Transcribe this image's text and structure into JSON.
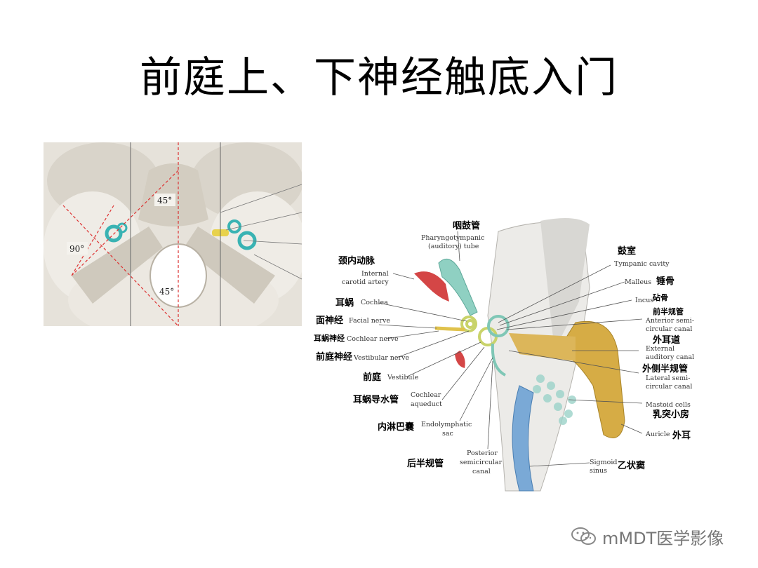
{
  "slide": {
    "title": "前庭上、下神经触底入门"
  },
  "skull_figure": {
    "angle_top": "45°",
    "angle_left": "90°",
    "angle_bottom": "45°"
  },
  "ear_figure": {
    "labels": {
      "pharyngotympanic_zh": "咽鼓管",
      "pharyngotympanic_en1": "Pharyngotympanic",
      "pharyngotympanic_en2": "(auditory) tube",
      "carotid_zh": "颈内动脉",
      "carotid_en1": "Internal",
      "carotid_en2": "carotid artery",
      "cochlea_zh": "耳蜗",
      "cochlea_en": "Cochlea",
      "facial_zh": "面神经",
      "facial_en": "Facial nerve",
      "cochlear_nerve_zh": "耳蜗神经",
      "cochlear_nerve_en": "Cochlear nerve",
      "vestibular_nerve_zh": "前庭神经",
      "vestibular_nerve_en": "Vestibular nerve",
      "vestibule_zh": "前庭",
      "vestibule_en": "Vestibule",
      "aqueduct_zh": "耳蜗导水管",
      "aqueduct_en1": "Cochlear",
      "aqueduct_en2": "aqueduct",
      "endolymphatic_zh": "内淋巴囊",
      "endolymphatic_en1": "Endolymphatic",
      "endolymphatic_en2": "sac",
      "posterior_zh": "后半规管",
      "posterior_en1": "Posterior",
      "posterior_en2": "semicircular",
      "posterior_en3": "canal",
      "tympanic_zh": "鼓室",
      "tympanic_en": "Tympanic cavity",
      "malleus_zh": "锤骨",
      "malleus_en": "Malleus",
      "incus_zh": "砧骨",
      "incus_en": "Incus",
      "anterior_zh": "前半规管",
      "anterior_en1": "Anterior semi-",
      "anterior_en2": "circular canal",
      "external_zh": "外耳道",
      "external_en1": "External",
      "external_en2": "auditory canal",
      "lateral_zh": "外侧半规管",
      "lateral_en1": "Lateral semi-",
      "lateral_en2": "circular canal",
      "mastoid_en": "Mastoid cells",
      "mastoid_zh": "乳突小房",
      "auricle_en": "Auricle",
      "auricle_zh": "外耳",
      "sigmoid_en1": "Sigmoid",
      "sigmoid_en2": "sinus",
      "sigmoid_zh": "乙状窦"
    }
  },
  "watermark": {
    "text": "mMDT医学影像"
  }
}
